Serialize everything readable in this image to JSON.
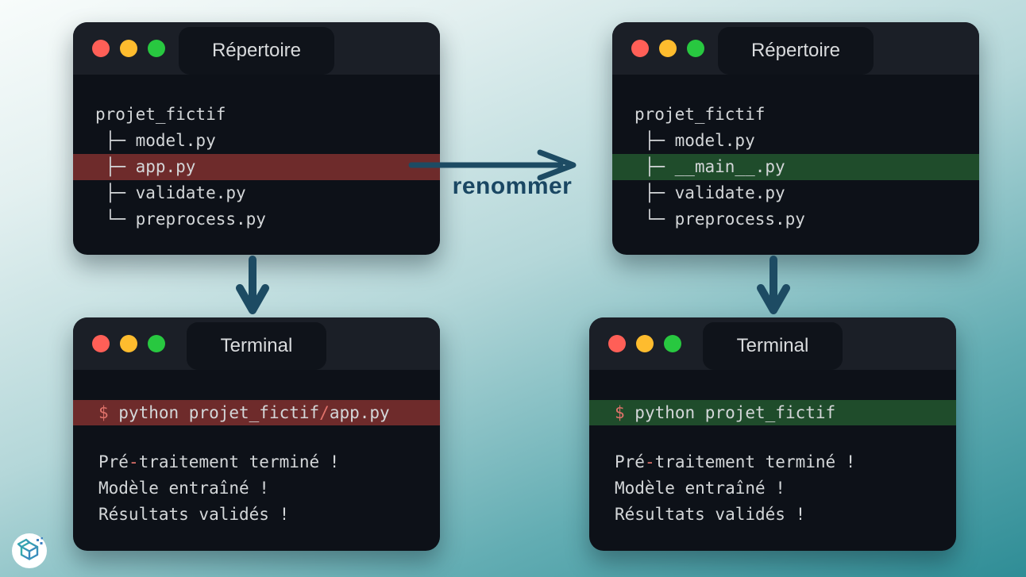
{
  "colors": {
    "bg_top": "#f8fcfb",
    "bg_bottom": "#2f8d96",
    "window_body": "#0d1118",
    "window_header": "#1b1f27",
    "tab_background": "#0f131a",
    "title_text": "#d9dbdd",
    "code_text": "#d4d7d9",
    "highlight_red": "#6e2b2b",
    "highlight_green": "#1f4c2b",
    "accent_salmon": "#e0726a",
    "arrow": "#1d4b63",
    "traffic_red": "#ff5f57",
    "traffic_yellow": "#febc2e",
    "traffic_green": "#28c840"
  },
  "rename_label": "renommer",
  "dir_before": {
    "title": "Répertoire",
    "root": "projet_fictif",
    "rows": [
      {
        "prefix": " ├─ ",
        "name": "model.py",
        "highlight": "none"
      },
      {
        "prefix": " ├─ ",
        "name": "app.py",
        "highlight": "red"
      },
      {
        "prefix": " ├─ ",
        "name": "validate.py",
        "highlight": "none"
      },
      {
        "prefix": " └─ ",
        "name": "preprocess.py",
        "highlight": "none"
      }
    ]
  },
  "dir_after": {
    "title": "Répertoire",
    "root": "projet_fictif",
    "rows": [
      {
        "prefix": " ├─ ",
        "name": "model.py",
        "highlight": "none"
      },
      {
        "prefix": " ├─ ",
        "name": "__main__.py",
        "highlight": "green"
      },
      {
        "prefix": " ├─ ",
        "name": "validate.py",
        "highlight": "none"
      },
      {
        "prefix": " └─ ",
        "name": "preprocess.py",
        "highlight": "none"
      }
    ]
  },
  "term_before": {
    "title": "Terminal",
    "command": {
      "prompt": "$",
      "arg_pre": " python projet_fictif",
      "slash": "/",
      "arg_post": "app.py",
      "highlight": "red"
    },
    "output": {
      "line1_a": "Pré",
      "line1_b": "-",
      "line1_c": "traitement terminé !",
      "line2": "Modèle entraîné !",
      "line3": "Résultats validés !"
    }
  },
  "term_after": {
    "title": "Terminal",
    "command": {
      "prompt": "$",
      "arg_pre": " python projet_fictif",
      "slash": "",
      "arg_post": "",
      "highlight": "green"
    },
    "output": {
      "line1_a": "Pré",
      "line1_b": "-",
      "line1_c": "traitement terminé !",
      "line2": "Modèle entraîné !",
      "line3": "Résultats validés !"
    }
  }
}
